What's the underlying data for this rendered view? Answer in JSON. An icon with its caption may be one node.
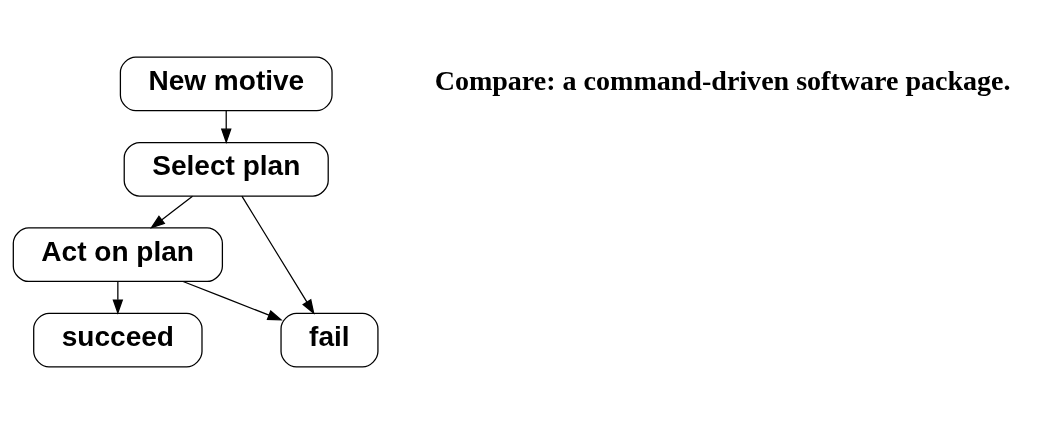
{
  "diagram": {
    "nodes": [
      {
        "text": [
          "New motive"
        ]
      },
      {
        "text": [
          "Select plan"
        ]
      },
      {
        "text": [
          "Act on plan"
        ]
      },
      {
        "text": [
          "succeed"
        ]
      },
      {
        "text": [
          "fail"
        ]
      }
    ],
    "edges": [
      {
        "from": 0,
        "to": 1,
        "arrow": "to"
      },
      {
        "from": 1,
        "to": 2,
        "arrow": "to"
      },
      {
        "from": 1,
        "to": 4,
        "arrow": "to"
      },
      {
        "from": 2,
        "to": 3,
        "arrow": "to"
      },
      {
        "from": 2,
        "to": 4,
        "arrow": "to"
      }
    ],
    "labels": [
      "Compare: a command-driven software package."
    ]
  }
}
